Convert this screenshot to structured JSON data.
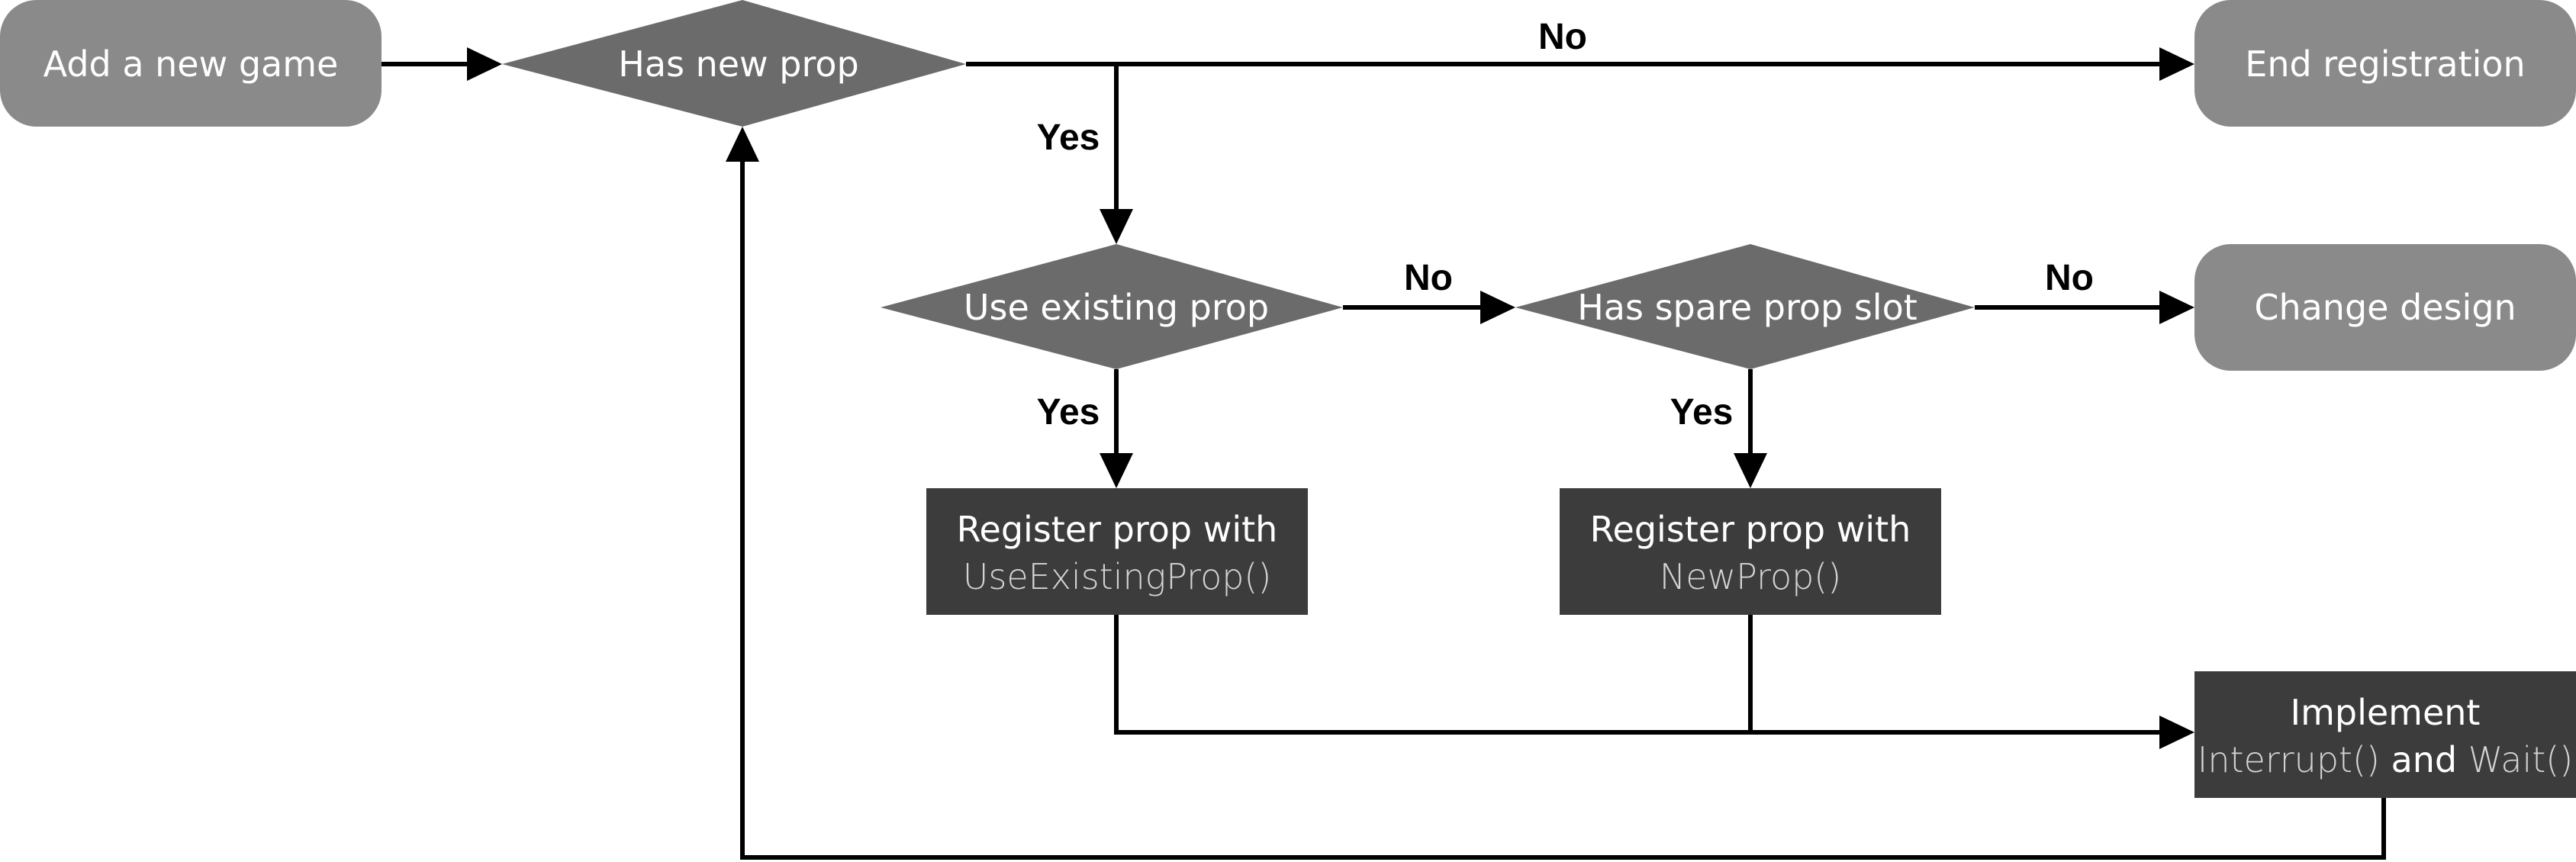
{
  "colors": {
    "terminal_fill": "#8a8a8a",
    "decision_fill": "#6b6b6b",
    "process_fill": "#3c3c3c",
    "edge": "#000000",
    "label": "#000000"
  },
  "nodes": {
    "add_game": {
      "label": "Add a new game"
    },
    "has_new_prop": {
      "label": "Has new prop"
    },
    "end_registration": {
      "label": "End registration"
    },
    "use_existing_prop": {
      "label": "Use existing prop"
    },
    "has_spare_slot": {
      "label": "Has spare prop slot"
    },
    "change_design": {
      "label": "Change design"
    },
    "register_existing": {
      "line1": "Register prop with",
      "line2": "UseExistingProp()"
    },
    "register_new": {
      "line1": "Register prop with",
      "line2": "NewProp()"
    },
    "implement": {
      "line1": "Implement",
      "line2_a": "Interrupt()",
      "line2_b": " and ",
      "line2_c": "Wait()"
    }
  },
  "edges": {
    "has_new_prop_no": "No",
    "has_new_prop_yes": "Yes",
    "use_existing_no": "No",
    "use_existing_yes": "Yes",
    "spare_slot_no": "No",
    "spare_slot_yes": "Yes"
  }
}
